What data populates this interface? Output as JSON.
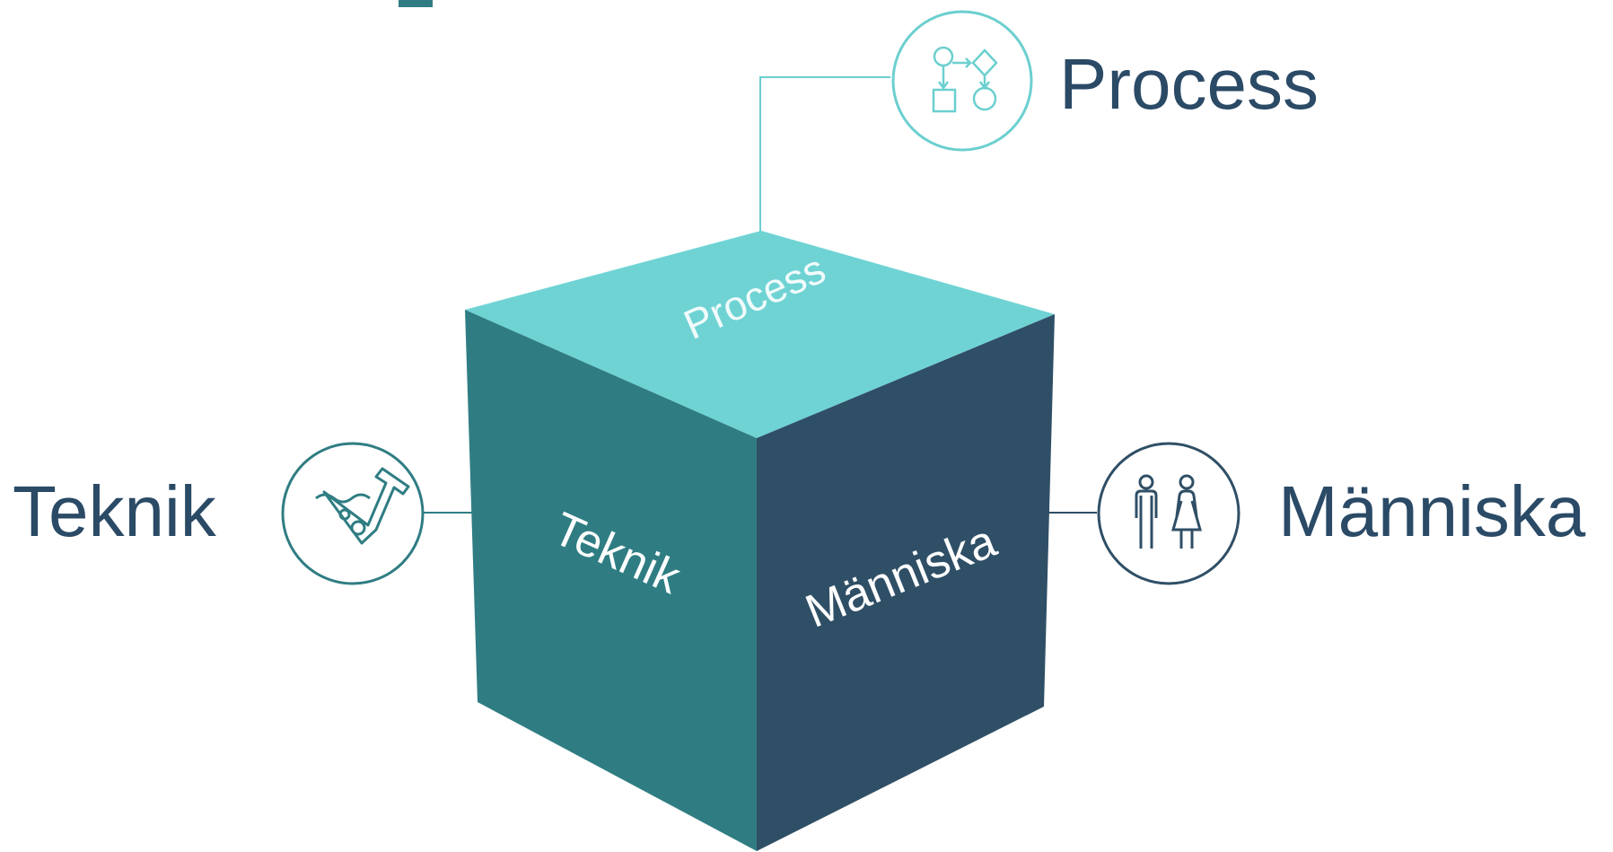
{
  "diagram": {
    "faces": {
      "top": "Process",
      "left": "Teknik",
      "right": "Människa"
    },
    "callouts": {
      "process": {
        "label": "Process",
        "icon": "process-flowchart-icon"
      },
      "teknik": {
        "label": "Teknik",
        "icon": "flask-icon"
      },
      "manniska": {
        "label": "Människa",
        "icon": "people-icon"
      }
    },
    "colors": {
      "top_face": "#6fd3d4",
      "left_face": "#2f7d83",
      "right_face": "#2f4f66",
      "process_accent": "#6ccfcf",
      "teknik_accent": "#2f7d83",
      "manniska_accent": "#2f4f66",
      "label_text": "#2a4a66",
      "face_text": "#ffffff"
    }
  }
}
